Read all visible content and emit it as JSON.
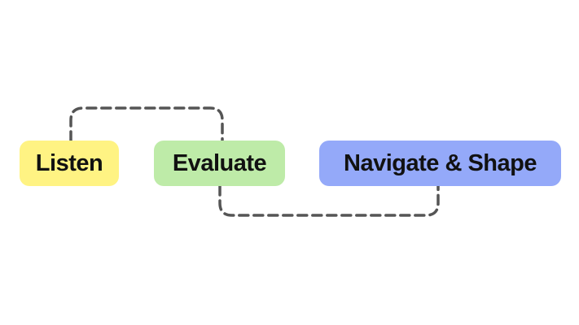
{
  "diagram": {
    "nodes": [
      {
        "id": "listen",
        "label": "Listen",
        "color": "#FFF383"
      },
      {
        "id": "evaluate",
        "label": "Evaluate",
        "color": "#BEEBA8"
      },
      {
        "id": "navigate",
        "label": "Navigate & Shape",
        "color": "#94A9F9"
      }
    ],
    "connections": [
      {
        "from": "listen",
        "to": "evaluate",
        "style": "dashed",
        "route": "above"
      },
      {
        "from": "evaluate",
        "to": "navigate",
        "style": "dashed",
        "route": "below"
      }
    ],
    "connector_color": "#555555"
  }
}
